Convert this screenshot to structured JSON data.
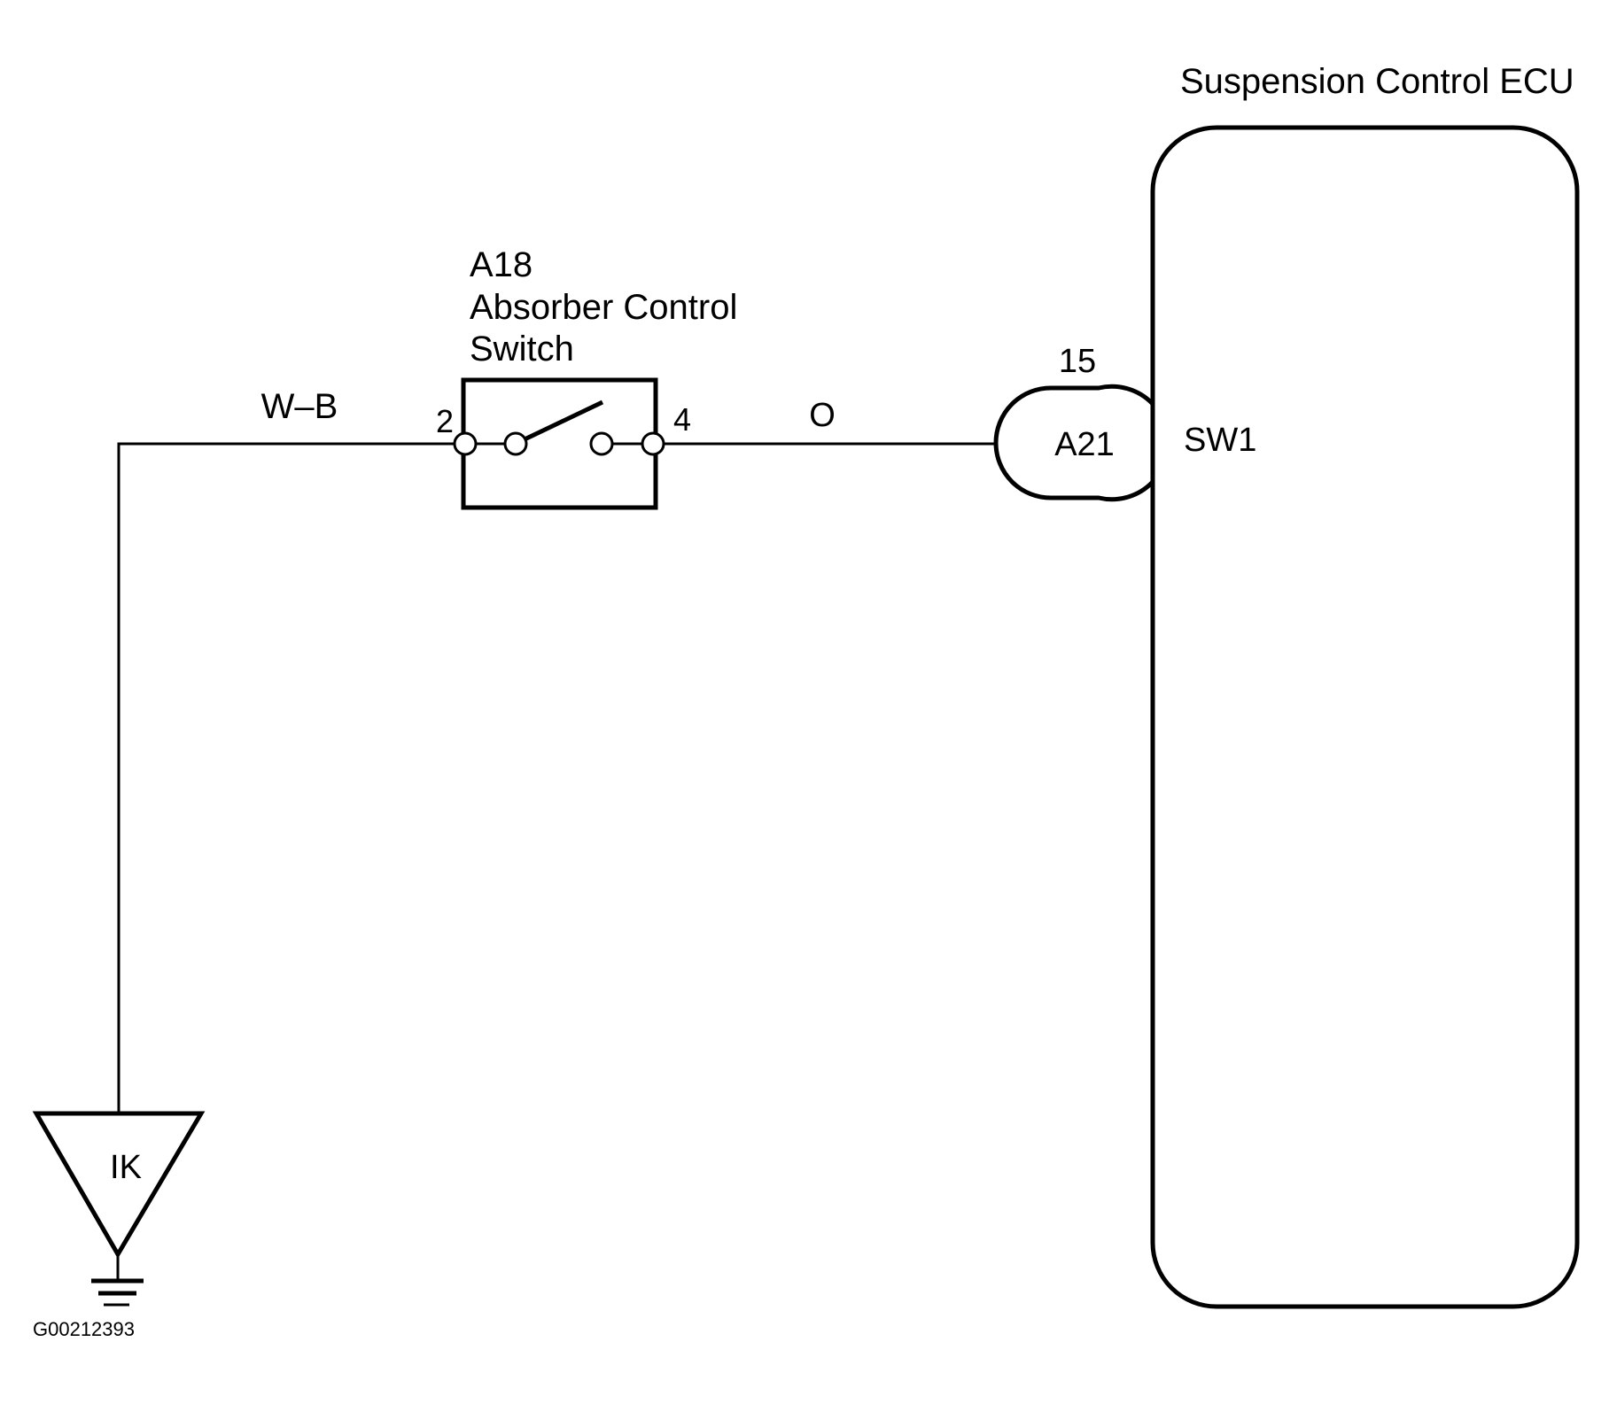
{
  "diagram": {
    "ecu": {
      "title": "Suspension Control ECU",
      "terminal": "SW1"
    },
    "connector": {
      "id": "A21",
      "pin": "15"
    },
    "switch": {
      "id": "A18",
      "name_line1": "Absorber Control",
      "name_line2": "Switch",
      "pin_left": "2",
      "pin_right": "4"
    },
    "wires": {
      "ground_side_color": "W–B",
      "ecu_side_color": "O"
    },
    "ground": {
      "label": "IK"
    },
    "figure_id": "G00212393"
  }
}
